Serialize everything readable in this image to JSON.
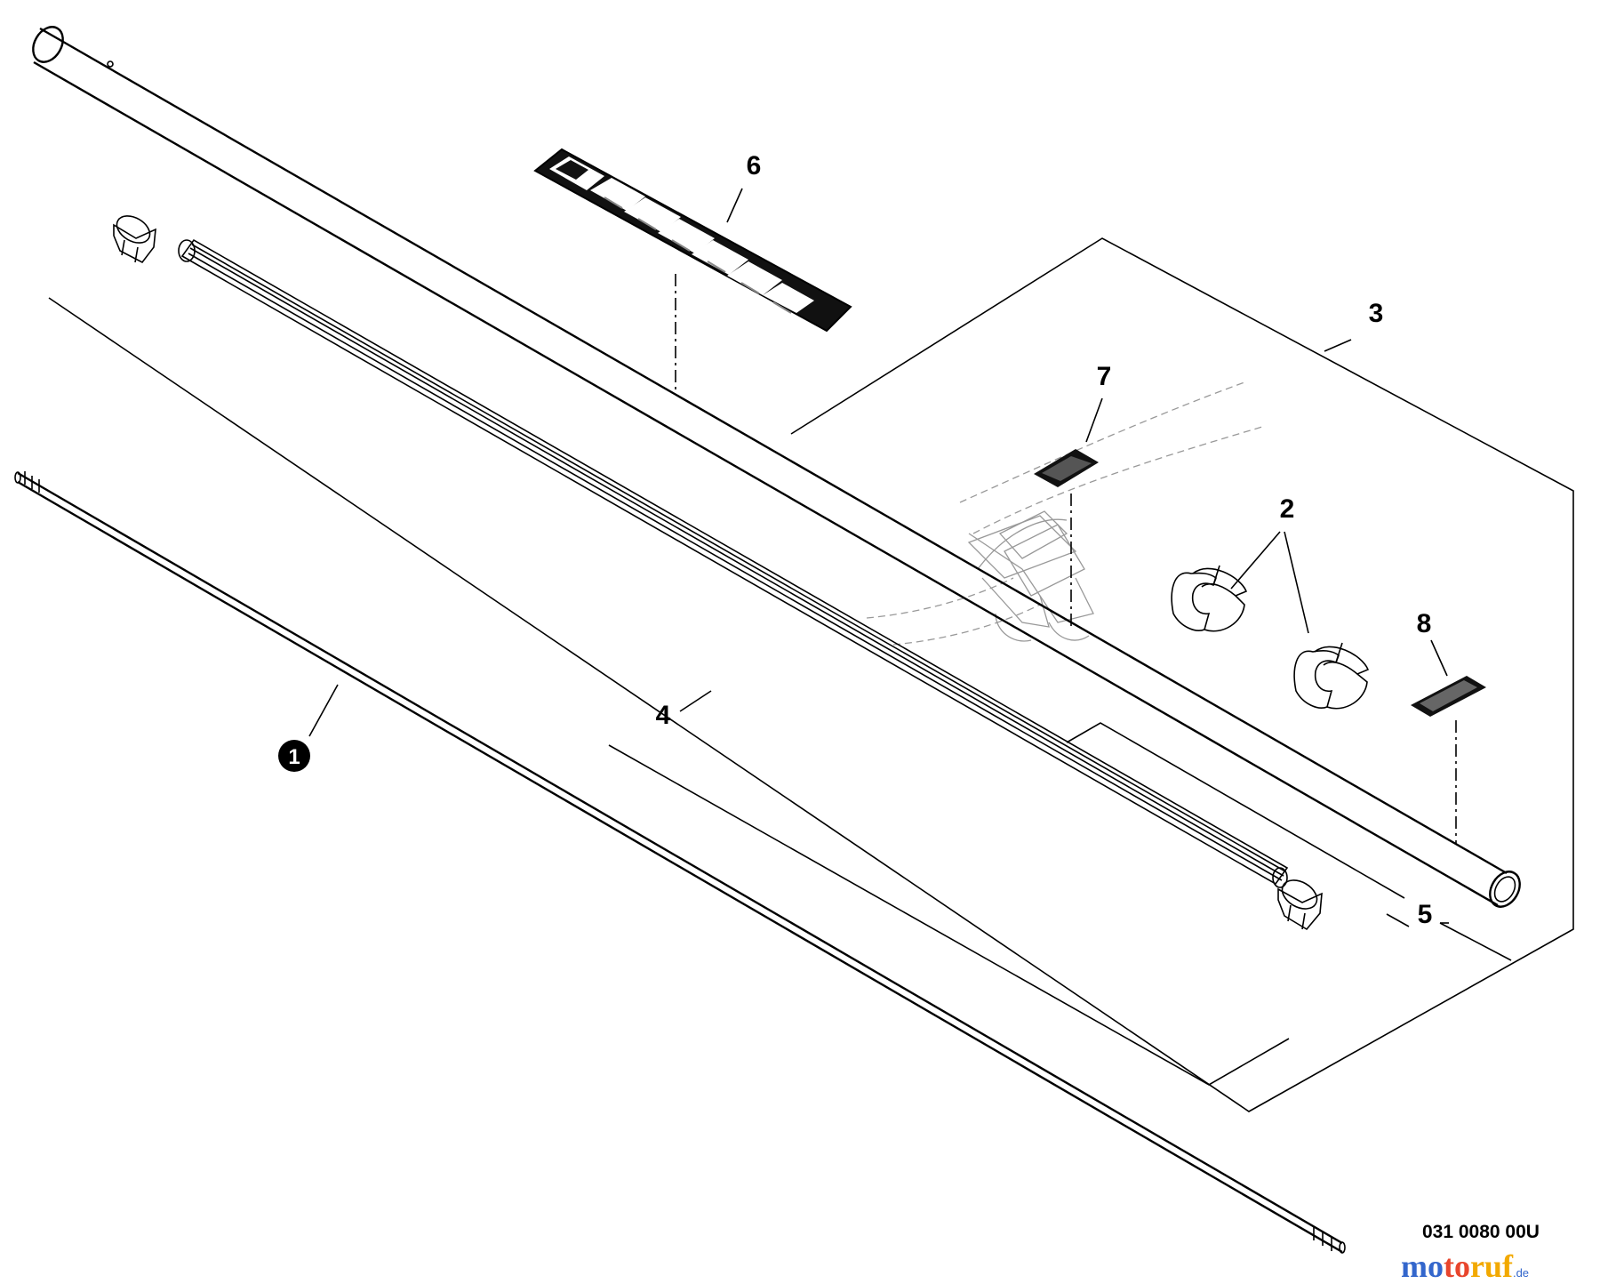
{
  "callouts": {
    "c1": "1",
    "c2": "2",
    "c3": "3",
    "c4": "4",
    "c5": "5",
    "c6": "6",
    "c7": "7",
    "c8": "8"
  },
  "drawing_number": "031 0080 00U",
  "watermark": {
    "mo": "mo",
    "to": "to",
    "ruf": "ruf",
    "tld": ".de"
  },
  "colors": {
    "watermark_blue": "#3366cc",
    "watermark_red": "#e8452c",
    "watermark_yellow": "#f2a900"
  }
}
